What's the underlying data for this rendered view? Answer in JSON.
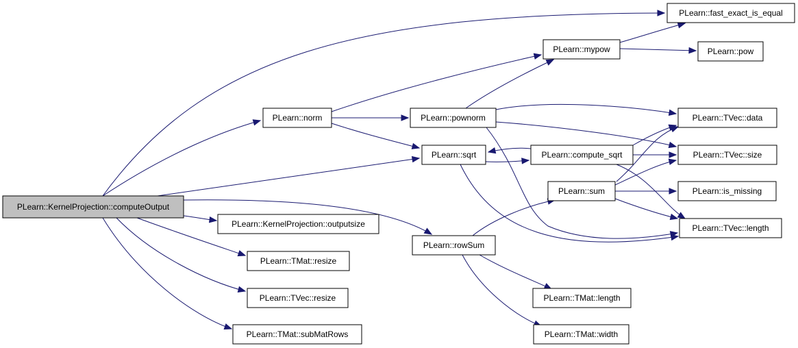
{
  "colors": {
    "edge": "#191970",
    "node_fill": "#ffffff",
    "root_fill": "#bfbfbf",
    "border": "#000000",
    "background": "#ffffff"
  },
  "nodes": {
    "root": "PLearn::KernelProjection::computeOutput",
    "norm": "PLearn::norm",
    "outputsize": "PLearn::KernelProjection::outputsize",
    "tmat_resize": "PLearn::TMat::resize",
    "tvec_resize": "PLearn::TVec::resize",
    "submatrows": "PLearn::TMat::subMatRows",
    "fast_exact": "PLearn::fast_exact_is_equal",
    "mypow": "PLearn::mypow",
    "pow": "PLearn::pow",
    "pownorm": "PLearn::pownorm",
    "sqrt": "PLearn::sqrt",
    "compute_sqrt": "PLearn::compute_sqrt",
    "sum": "PLearn::sum",
    "rowsum": "PLearn::rowSum",
    "tvec_data": "PLearn::TVec::data",
    "tvec_size": "PLearn::TVec::size",
    "is_missing": "PLearn::is_missing",
    "tvec_length": "PLearn::TVec::length",
    "tmat_length": "PLearn::TMat::length",
    "tmat_width": "PLearn::TMat::width"
  },
  "edges": [
    [
      "root",
      "fast_exact"
    ],
    [
      "root",
      "norm"
    ],
    [
      "root",
      "sqrt"
    ],
    [
      "root",
      "rowsum"
    ],
    [
      "root",
      "outputsize"
    ],
    [
      "root",
      "tmat_resize"
    ],
    [
      "root",
      "tvec_resize"
    ],
    [
      "root",
      "submatrows"
    ],
    [
      "norm",
      "mypow"
    ],
    [
      "norm",
      "pownorm"
    ],
    [
      "norm",
      "sqrt"
    ],
    [
      "mypow",
      "fast_exact"
    ],
    [
      "mypow",
      "pow"
    ],
    [
      "pownorm",
      "mypow"
    ],
    [
      "pownorm",
      "tvec_data"
    ],
    [
      "pownorm",
      "tvec_size"
    ],
    [
      "pownorm",
      "tvec_length"
    ],
    [
      "sqrt",
      "compute_sqrt"
    ],
    [
      "sqrt",
      "tvec_length"
    ],
    [
      "compute_sqrt",
      "sqrt"
    ],
    [
      "compute_sqrt",
      "tvec_data"
    ],
    [
      "compute_sqrt",
      "tvec_size"
    ],
    [
      "compute_sqrt",
      "tvec_length"
    ],
    [
      "rowsum",
      "sum"
    ],
    [
      "rowsum",
      "tmat_length"
    ],
    [
      "rowsum",
      "tmat_width"
    ],
    [
      "sum",
      "tvec_data"
    ],
    [
      "sum",
      "tvec_size"
    ],
    [
      "sum",
      "is_missing"
    ],
    [
      "sum",
      "tvec_length"
    ]
  ]
}
